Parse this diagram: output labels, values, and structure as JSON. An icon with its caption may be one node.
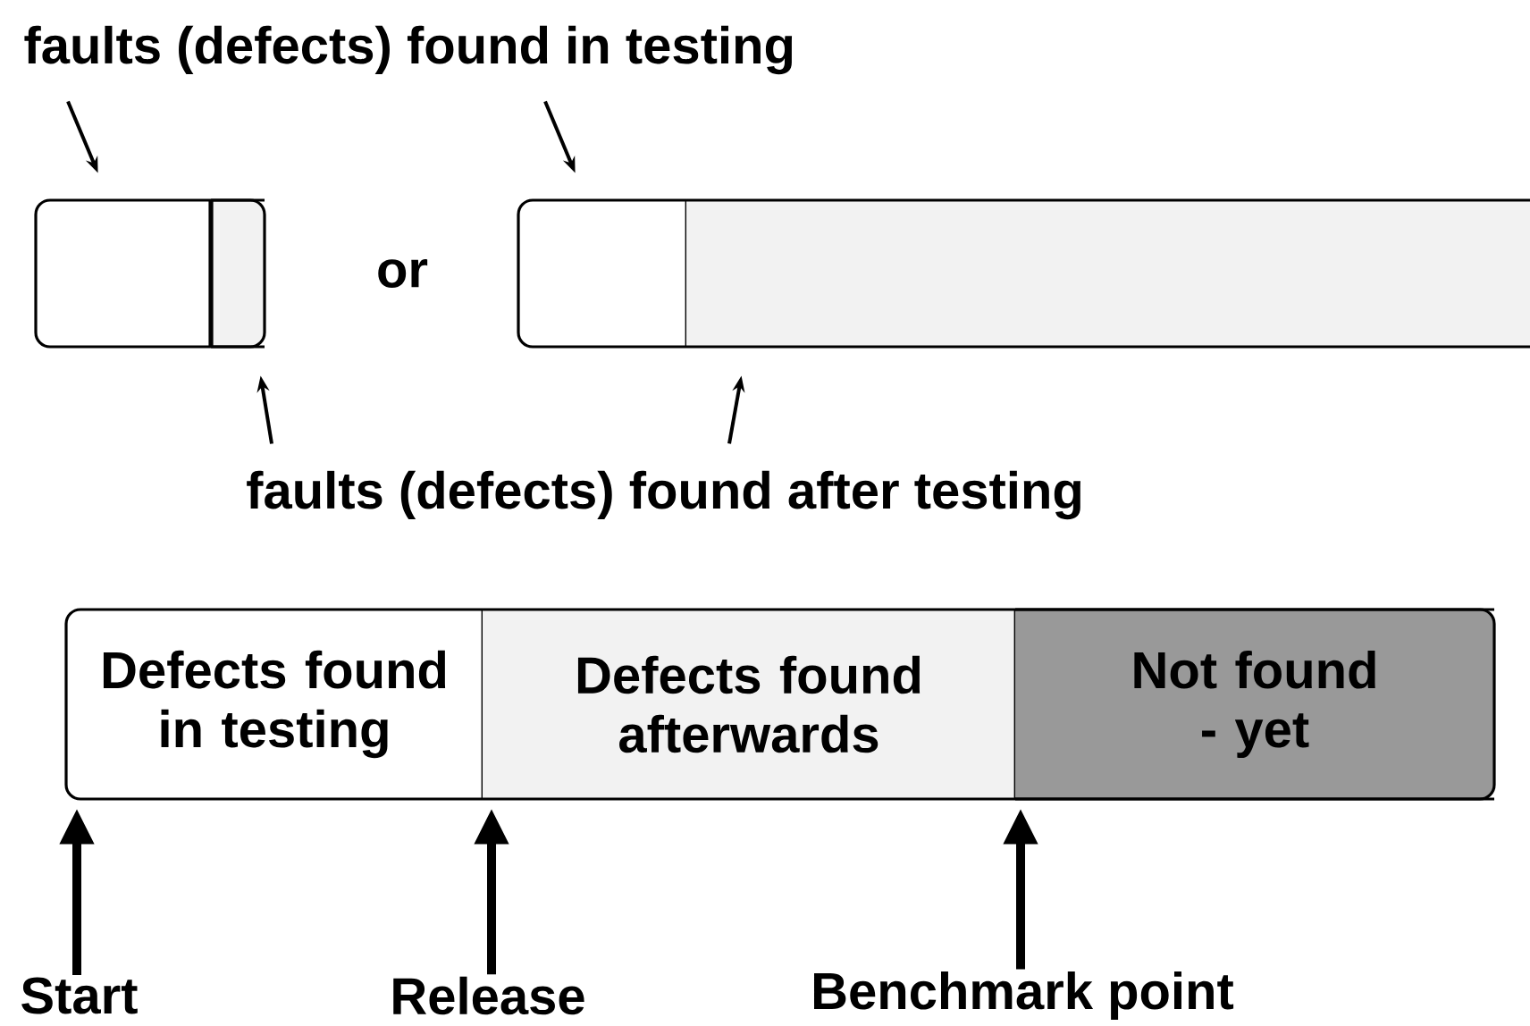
{
  "diagram": {
    "nodes": [
      {
        "text": [
          "faults (defects) found in testing"
        ]
      },
      {
        "text": [],
        "shape": "box"
      },
      {
        "text": [],
        "shape": "box"
      },
      {
        "text": [],
        "shape": "box"
      },
      {
        "text": [],
        "shape": "box"
      },
      {
        "text": [
          "faults (defects) found after testing"
        ]
      },
      {
        "text": [
          "Defects found in testing"
        ]
      },
      {
        "text": [
          "Defects found afterwards"
        ]
      },
      {
        "text": [
          "Not found - yet"
        ]
      },
      {
        "text": [
          "Start"
        ]
      },
      {
        "text": [
          "Release"
        ]
      },
      {
        "text": [
          "Benchmark point"
        ]
      }
    ],
    "edges": [
      {
        "from": 0,
        "to": 1,
        "arrow": "to"
      },
      {
        "from": 0,
        "to": 3,
        "arrow": "to"
      },
      {
        "from": 5,
        "to": 2,
        "arrow": "to"
      },
      {
        "from": 5,
        "to": 4,
        "arrow": "to"
      },
      {
        "from": 9,
        "to": 6,
        "arrow": "to",
        "style": "thick"
      },
      {
        "from": 10,
        "to": 6,
        "arrow": "to",
        "style": "thick"
      },
      {
        "from": 11,
        "to": 8,
        "arrow": "to",
        "style": "thick"
      }
    ],
    "labels": [
      "or"
    ]
  }
}
